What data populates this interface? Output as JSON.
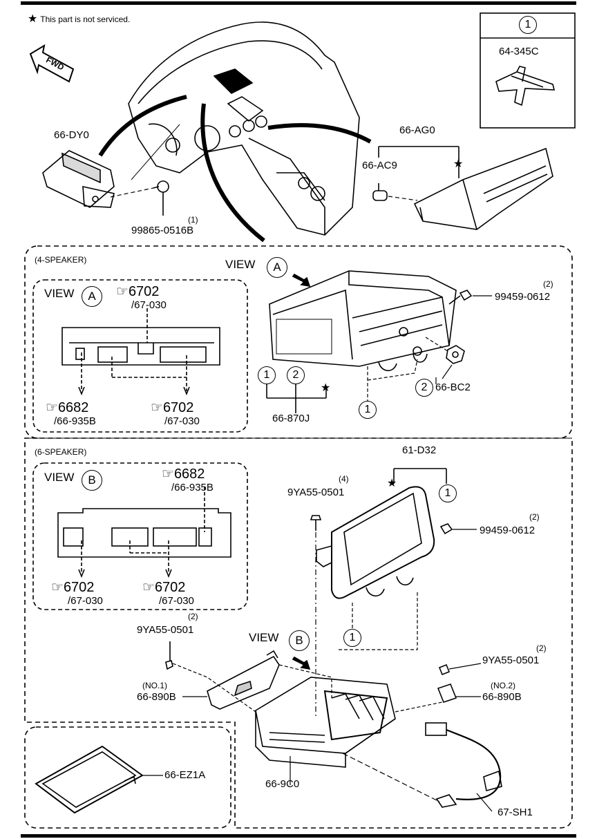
{
  "note": {
    "star": "★",
    "text": "This part is not serviced."
  },
  "fwd": "FWD",
  "legend_box": {
    "num": "1",
    "part": "64-345C"
  },
  "top": {
    "p_66DY0": "66-DY0",
    "screw_qty": "(1)",
    "screw_part": "99865-0516B",
    "p_66AG0": "66-AG0",
    "p_66AC9": "66-AC9"
  },
  "four_speaker": {
    "title": "(4-SPEAKER)",
    "view_word": "VIEW",
    "view_letter": "A",
    "inset_ref_top": "6702",
    "inset_sub_top": "/67-030",
    "inset_ref_left": "6682",
    "inset_sub_left": "/66-935B",
    "inset_ref_right": "6702",
    "inset_sub_right": "/67-030",
    "screw_qty": "(2)",
    "screw_part": "99459-0612",
    "c1": "1",
    "c2": "2",
    "p_66870J": "66-870J",
    "p_66BC2": "66-BC2",
    "c1b": "1"
  },
  "six_speaker": {
    "title": "(6-SPEAKER)",
    "view_word": "VIEW",
    "view_letter": "B",
    "inset_ref_top": "6682",
    "inset_sub_top": "/66-935B",
    "inset_ref_left": "6702",
    "inset_sub_left": "/67-030",
    "inset_ref_right": "6702",
    "inset_sub_right": "/67-030",
    "p_61D32": "61-D32",
    "c1_display": "1",
    "screw_top_qty": "(4)",
    "screw_top_part": "9YA55-0501",
    "screw_right_qty": "(2)",
    "screw_right_part": "99459-0612",
    "c1_amp": "1",
    "screw_left_qty": "(2)",
    "screw_left_part": "9YA55-0501",
    "bracket1_no": "(NO.1)",
    "bracket1_part": "66-890B",
    "screw_r2_qty": "(2)",
    "screw_r2_part": "9YA55-0501",
    "bracket2_no": "(NO.2)",
    "bracket2_part": "66-890B",
    "p_669C0": "66-9C0",
    "p_67SH1": "67-SH1"
  },
  "sd_card": {
    "part": "66-EZ1A"
  }
}
